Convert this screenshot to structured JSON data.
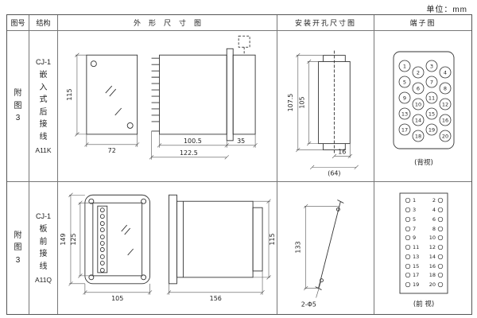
{
  "unit_label": "单位：mm",
  "headers": {
    "fig": "图号",
    "structure": "结构",
    "outline": "外形尺寸图",
    "mount": "安装开孔尺寸图",
    "terminal": "端子图"
  },
  "rows": [
    {
      "fig": "附图3",
      "model": "CJ-1",
      "structure": "嵌入式后接线",
      "code": "A11K",
      "outline": {
        "height": "115",
        "width": "72",
        "body_len": "100.5",
        "total_len": "122.5",
        "rear_len": "35"
      },
      "mount": {
        "outer_h": "107.5",
        "inner_h": "105",
        "w_small": "16",
        "w_total": "(64)"
      },
      "terminal": {
        "numbers": [
          "1",
          "2",
          "3",
          "4",
          "5",
          "6",
          "7",
          "8",
          "9",
          "10",
          "11",
          "12",
          "13",
          "14",
          "15",
          "16",
          "17",
          "18",
          "19",
          "20"
        ],
        "caption": "(背视)"
      }
    },
    {
      "fig": "附图3",
      "model": "CJ-1",
      "structure": "板前接线",
      "code": "A11Q",
      "outline": {
        "outer_h": "149",
        "inner_h": "125",
        "width": "105",
        "length": "156",
        "side_h": "115"
      },
      "mount": {
        "height": "133",
        "holes": "2-Φ5"
      },
      "terminal": {
        "left": [
          "1",
          "3",
          "5",
          "7",
          "9",
          "11",
          "13",
          "15",
          "17",
          "19"
        ],
        "right": [
          "2",
          "4",
          "6",
          "8",
          "10",
          "12",
          "14",
          "16",
          "18",
          "20"
        ],
        "caption": "(前 视)"
      }
    }
  ]
}
